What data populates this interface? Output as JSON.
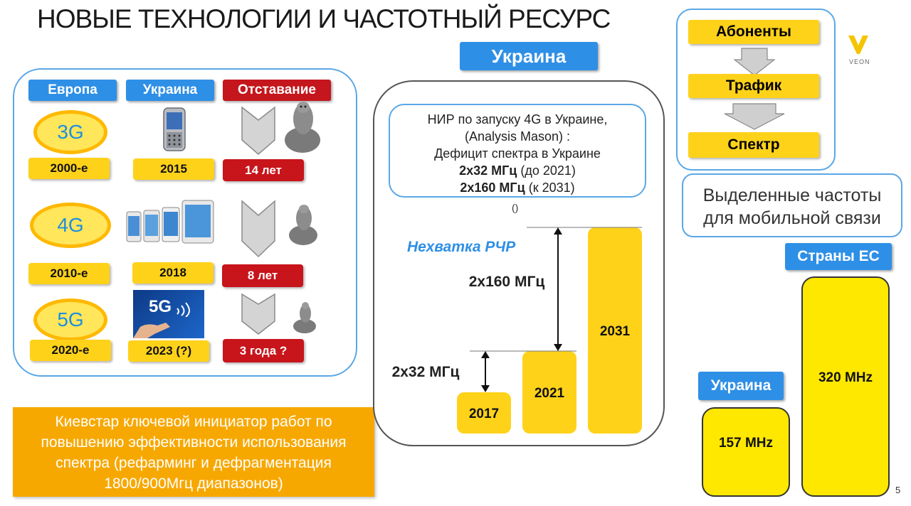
{
  "title": "НОВЫЕ ТЕХНОЛОГИИ И ЧАСТОТНЫЙ РЕСУРС",
  "left_panel": {
    "headers": {
      "europe": "Европа",
      "ukraine": "Украина",
      "lag": "Отставание"
    },
    "rows": [
      {
        "tech": "3G",
        "europe_year": "2000-е",
        "ukraine_year": "2015",
        "lag": "14 лет",
        "ukraine_icon": "mobile-phone-icon"
      },
      {
        "tech": "4G",
        "europe_year": "2010-е",
        "ukraine_year": "2018",
        "lag": "8 лет",
        "ukraine_icon": "smartphones-icon"
      },
      {
        "tech": "5G",
        "europe_year": "2020-е",
        "ukraine_year": "2023 (?)",
        "lag": "3 года ?",
        "ukraine_icon": "5g-image",
        "image_label": "5G"
      }
    ]
  },
  "note_box": "Киевстар ключевой инициатор работ по повышению эффективности использования спектра (рефарминг и дефрагментация 1800/900Мгц диапазонов)",
  "middle_panel": {
    "header": "Украина",
    "research": {
      "line1": "НИР по запуску 4G в Украине,",
      "line2": "(Analysis Mason) :",
      "line3": "Дефицит спектра в Украине",
      "line4_bold": "2х32 МГц",
      "line4_rest": " (до 2021)",
      "line5_bold": "2х160 МГц",
      "line5_rest": " (к 2031)"
    },
    "small_mark": "()",
    "shortage_label": "Нехватка РЧР"
  },
  "chart_data": {
    "type": "bar",
    "categories": [
      "2017",
      "2021",
      "2031"
    ],
    "values": [
      1,
      2,
      5
    ],
    "annotations": [
      "2х32 МГц",
      "2х160 МГц"
    ]
  },
  "right_panel": {
    "flow": [
      "Абоненты",
      "Трафик",
      "Спектр"
    ],
    "logo_text": "VEON",
    "allocated_title_line1": "Выделенные частоты",
    "allocated_title_line2": "для мобильной связи",
    "eu_label": "Страны ЕС",
    "ua_label": "Украина",
    "ua_value": "157 MHz",
    "eu_value": "320 MHz"
  },
  "page_number": "5",
  "colors": {
    "blue": "#2e8fe6",
    "yellow": "#ffd21a",
    "red": "#c8141b",
    "orange": "#f7a800"
  }
}
